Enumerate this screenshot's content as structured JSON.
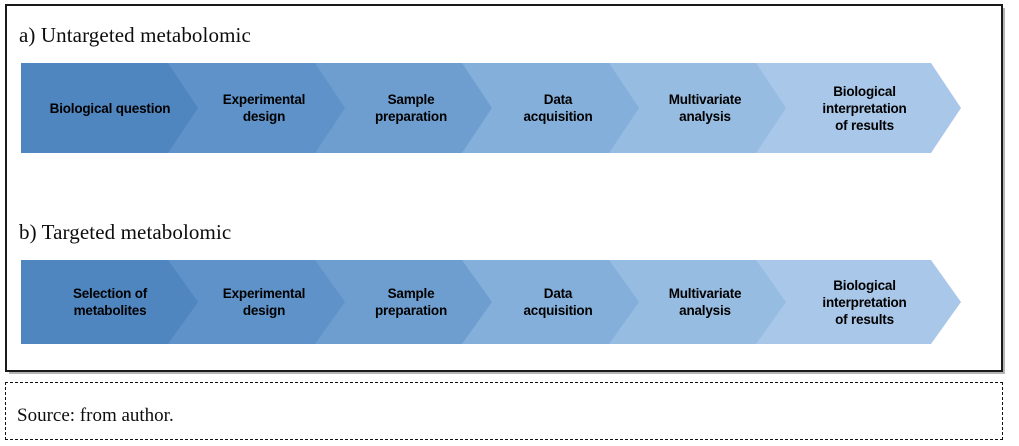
{
  "figure": {
    "panels": [
      {
        "id": "panel-a",
        "title": "a) Untargeted metabolomic",
        "steps": [
          {
            "label": "Biological question",
            "color": "#4F86C0"
          },
          {
            "label": "Experimental\ndesign",
            "color": "#5E92C8"
          },
          {
            "label": "Sample\npreparation",
            "color": "#6E9ED0"
          },
          {
            "label": "Data\nacquisition",
            "color": "#84AFDA"
          },
          {
            "label": "Multivariate\nanalysis",
            "color": "#97BCE1"
          },
          {
            "label": "Biological\ninterpretation\nof results",
            "color": "#A9C7E8"
          }
        ]
      },
      {
        "id": "panel-b",
        "title": "b) Targeted metabolomic",
        "steps": [
          {
            "label": "Selection of\nmetabolites",
            "color": "#4F86C0"
          },
          {
            "label": "Experimental\ndesign",
            "color": "#5E92C8"
          },
          {
            "label": "Sample\npreparation",
            "color": "#6E9ED0"
          },
          {
            "label": "Data\nacquisition",
            "color": "#84AFDA"
          },
          {
            "label": "Multivariate\nanalysis",
            "color": "#97BCE1"
          },
          {
            "label": "Biological\ninterpretation\nof results",
            "color": "#A9C7E8"
          }
        ]
      }
    ],
    "geometry": {
      "chevron_left_offsets": [
        5,
        152,
        299,
        446,
        593,
        740
      ],
      "chevron_width": 180,
      "chevron_width_last": 205
    },
    "source": {
      "text": "Source: from author."
    },
    "colors": {
      "border": "#1a1a1a",
      "background": "#ffffff",
      "text": "#0d0d0d",
      "chevron_darkest": "#4F86C0",
      "chevron_lightest": "#A9C7E8"
    }
  }
}
